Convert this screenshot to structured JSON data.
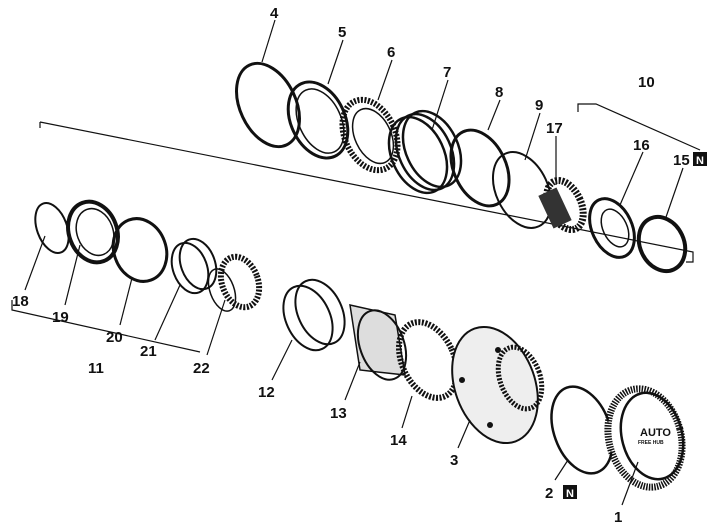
{
  "diagram": {
    "parts": [
      {
        "id": "1",
        "label": "1"
      },
      {
        "id": "2",
        "label": "2",
        "note": "N"
      },
      {
        "id": "3",
        "label": "3"
      },
      {
        "id": "4",
        "label": "4"
      },
      {
        "id": "5",
        "label": "5"
      },
      {
        "id": "6",
        "label": "6"
      },
      {
        "id": "7",
        "label": "7"
      },
      {
        "id": "8",
        "label": "8"
      },
      {
        "id": "9",
        "label": "9"
      },
      {
        "id": "10",
        "label": "10"
      },
      {
        "id": "11",
        "label": "11"
      },
      {
        "id": "12",
        "label": "12"
      },
      {
        "id": "13",
        "label": "13"
      },
      {
        "id": "14",
        "label": "14"
      },
      {
        "id": "15",
        "label": "15",
        "note": "N"
      },
      {
        "id": "16",
        "label": "16"
      },
      {
        "id": "17",
        "label": "17"
      },
      {
        "id": "18",
        "label": "18"
      },
      {
        "id": "19",
        "label": "19"
      },
      {
        "id": "20",
        "label": "20"
      },
      {
        "id": "21",
        "label": "21"
      },
      {
        "id": "22",
        "label": "22"
      }
    ],
    "cap_text": {
      "main": "AUTO",
      "sub": "FREE HUB"
    }
  }
}
